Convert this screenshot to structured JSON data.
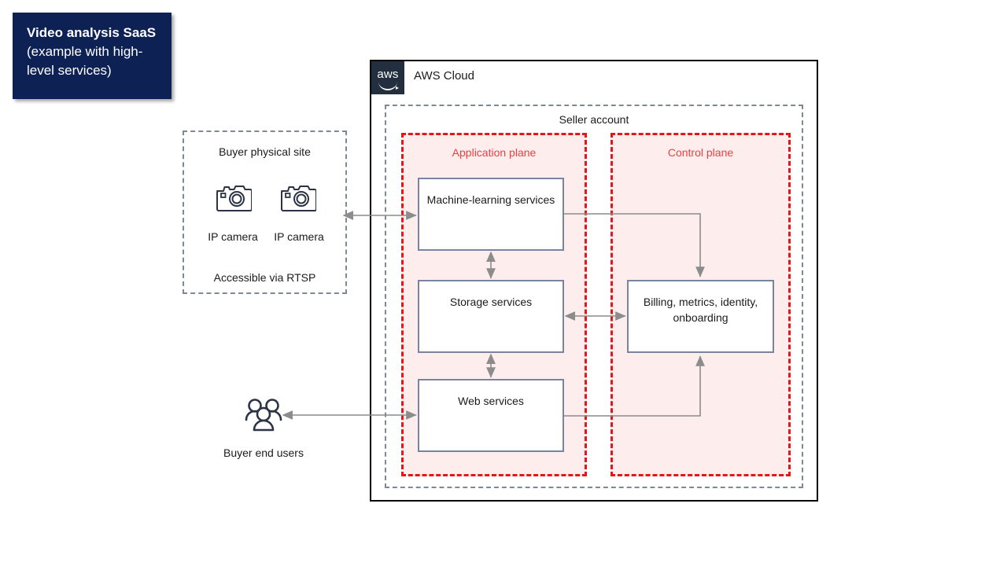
{
  "title_badge": {
    "line_bold": "Video analysis SaaS",
    "line_rest": " (example with high-level services)",
    "bg_color": "#0d2155",
    "text_color": "#ffffff"
  },
  "aws_cloud": {
    "label": "AWS Cloud",
    "logo_text": "aws",
    "logo_bg": "#232f3e",
    "border_color": "#000000"
  },
  "seller_account": {
    "label": "Seller account",
    "border_color": "#7d8998",
    "border_style": "dashed"
  },
  "planes": [
    {
      "id": "application-plane",
      "label": "Application plane",
      "border_color": "#e8141c",
      "fill_color": "#fdeded",
      "label_color": "#ef3e42"
    },
    {
      "id": "control-plane",
      "label": "Control plane",
      "border_color": "#e8141c",
      "fill_color": "#fdeded",
      "label_color": "#ef3e42"
    }
  ],
  "service_boxes": [
    {
      "id": "ml-services",
      "label": "Machine-learning services",
      "plane": "application-plane"
    },
    {
      "id": "storage-services",
      "label": "Storage services",
      "plane": "application-plane"
    },
    {
      "id": "web-services",
      "label": "Web services",
      "plane": "application-plane"
    },
    {
      "id": "billing-box",
      "label": "Billing, metrics, identity, onboarding",
      "plane": "control-plane"
    }
  ],
  "service_box_style": {
    "fill_color": "#ffffff",
    "border_color": "#7985a0"
  },
  "buyer_site": {
    "title": "Buyer physical site",
    "footer": "Accessible via RTSP",
    "border_color": "#7d8998",
    "cameras": [
      {
        "icon": "camera-icon",
        "label": "IP camera"
      },
      {
        "icon": "camera-icon",
        "label": "IP camera"
      }
    ]
  },
  "buyer_end_users": {
    "icon": "users-icon",
    "label": "Buyer end users"
  },
  "connectors": [
    {
      "from": "buyer-site",
      "to": "ml-services",
      "arrows": "both",
      "color": "#8c8c8c"
    },
    {
      "from": "ml-services",
      "to": "storage-services",
      "arrows": "both",
      "color": "#8c8c8c"
    },
    {
      "from": "storage-services",
      "to": "web-services",
      "arrows": "both",
      "color": "#8c8c8c"
    },
    {
      "from": "storage-services",
      "to": "billing-box",
      "arrows": "both",
      "color": "#8c8c8c"
    },
    {
      "from": "ml-services",
      "to": "billing-box",
      "arrows": "end",
      "color": "#8c8c8c"
    },
    {
      "from": "web-services",
      "to": "billing-box",
      "arrows": "end",
      "color": "#8c8c8c"
    },
    {
      "from": "buyer-end-users",
      "to": "web-services",
      "arrows": "both",
      "color": "#8c8c8c"
    }
  ]
}
